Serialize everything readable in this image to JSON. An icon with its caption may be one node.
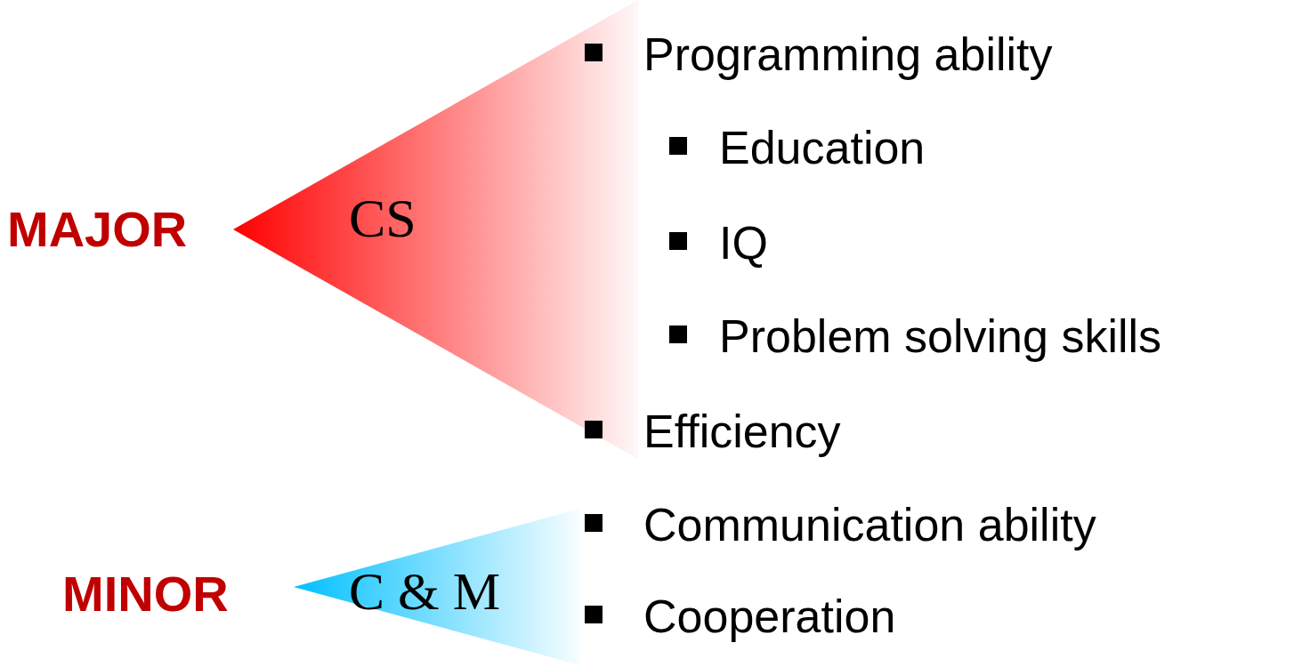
{
  "diagram": {
    "nodes": [
      {
        "text": [
          "CS"
        ],
        "beside": [
          "MAJOR"
        ]
      },
      {
        "text": [
          "C & M"
        ],
        "beside": [
          "MINOR"
        ]
      }
    ],
    "labels": [
      "Programming ability",
      "Education",
      "IQ",
      "Problem solving skills",
      "Efficiency",
      "Communication ability",
      "Cooperation"
    ]
  }
}
